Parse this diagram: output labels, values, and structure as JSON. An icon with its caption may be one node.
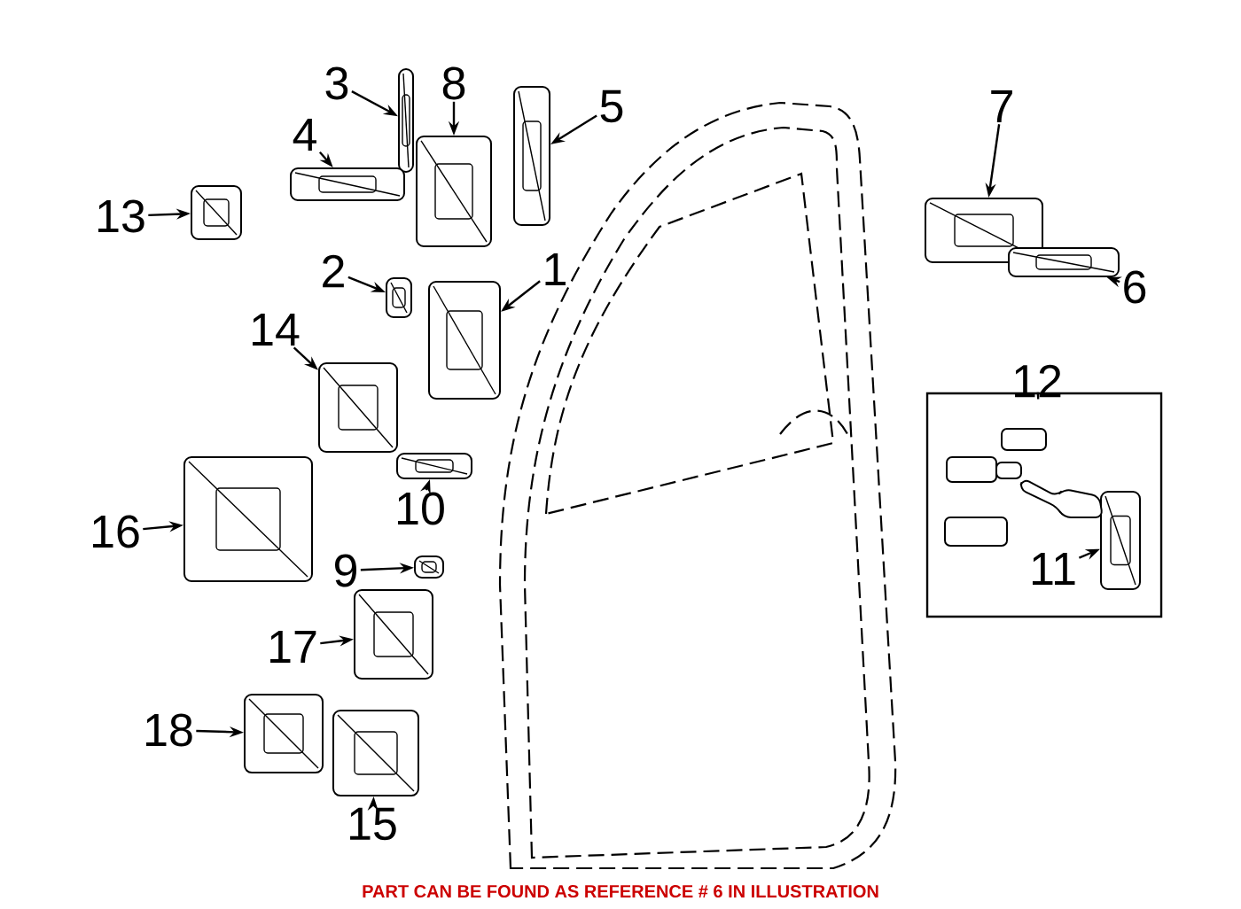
{
  "diagram": {
    "caption": "PART CAN BE FOUND AS REFERENCE # 6 IN ILLUSTRATION",
    "nodes": [
      {
        "text": [
          "3"
        ]
      },
      {
        "text": [],
        "shape": "picture"
      },
      {
        "text": [
          "8"
        ]
      },
      {
        "text": [],
        "shape": "picture"
      },
      {
        "text": [
          "5"
        ]
      },
      {
        "text": [],
        "shape": "picture"
      },
      {
        "text": [
          "4"
        ]
      },
      {
        "text": [],
        "shape": "picture"
      },
      {
        "text": [
          "13"
        ]
      },
      {
        "text": [],
        "shape": "picture"
      },
      {
        "text": [
          "7"
        ]
      },
      {
        "text": [],
        "shape": "picture"
      },
      {
        "text": [
          "6"
        ]
      },
      {
        "text": [],
        "shape": "picture"
      },
      {
        "text": [
          "2"
        ]
      },
      {
        "text": [],
        "shape": "picture"
      },
      {
        "text": [
          "1"
        ]
      },
      {
        "text": [],
        "shape": "picture"
      },
      {
        "text": [
          "14"
        ]
      },
      {
        "text": [],
        "shape": "picture"
      },
      {
        "text": [
          "12"
        ]
      },
      {
        "text": [],
        "shape": "box"
      },
      {
        "text": [
          "11"
        ],
        "in": 21
      },
      {
        "text": [],
        "shape": "picture",
        "in": 21
      },
      {
        "text": [
          "16"
        ]
      },
      {
        "text": [],
        "shape": "picture"
      },
      {
        "text": [
          "10"
        ]
      },
      {
        "text": [],
        "shape": "picture"
      },
      {
        "text": [
          "9"
        ]
      },
      {
        "text": [],
        "shape": "picture"
      },
      {
        "text": [
          "17"
        ]
      },
      {
        "text": [],
        "shape": "picture"
      },
      {
        "text": [
          "18"
        ]
      },
      {
        "text": [],
        "shape": "picture"
      },
      {
        "text": [
          "15"
        ]
      },
      {
        "text": [],
        "shape": "picture"
      }
    ],
    "edges": [
      {
        "from": 0,
        "to": 1,
        "arrow": "to"
      },
      {
        "from": 2,
        "to": 3,
        "arrow": "to"
      },
      {
        "from": 4,
        "to": 5,
        "arrow": "to"
      },
      {
        "from": 6,
        "to": 7,
        "arrow": "to"
      },
      {
        "from": 8,
        "to": 9,
        "arrow": "to"
      },
      {
        "from": 10,
        "to": 11,
        "arrow": "to"
      },
      {
        "from": 12,
        "to": 13,
        "arrow": "to"
      },
      {
        "from": 14,
        "to": 15,
        "arrow": "to"
      },
      {
        "from": 16,
        "to": 17,
        "arrow": "to"
      },
      {
        "from": 18,
        "to": 19,
        "arrow": "to"
      },
      {
        "from": 20,
        "to": 21,
        "arrow": "none"
      },
      {
        "from": 22,
        "to": 23,
        "arrow": "to"
      },
      {
        "from": 24,
        "to": 25,
        "arrow": "to"
      },
      {
        "from": 26,
        "to": 27,
        "arrow": "to"
      },
      {
        "from": 28,
        "to": 29,
        "arrow": "to"
      },
      {
        "from": 30,
        "to": 31,
        "arrow": "to"
      },
      {
        "from": 32,
        "to": 33,
        "arrow": "to"
      },
      {
        "from": 34,
        "to": 35,
        "arrow": "to"
      }
    ]
  }
}
